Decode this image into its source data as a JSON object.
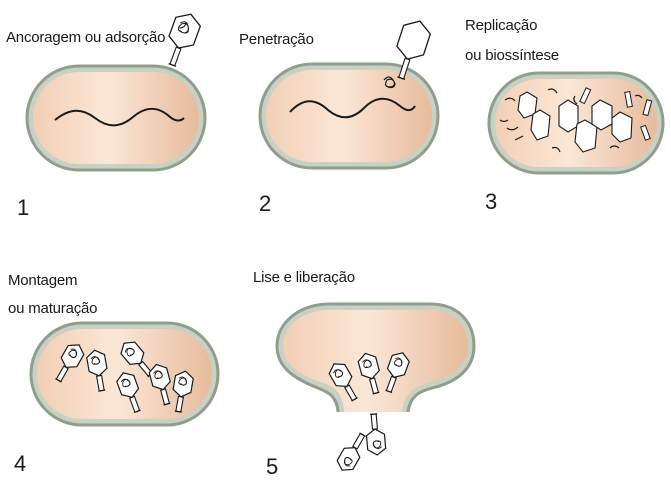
{
  "colors": {
    "cell_wall": "#8f9e8d",
    "cell_wall_inner": "#c9d0c4",
    "cell_fill_light": "#fbe6d6",
    "cell_fill_mid": "#edc5a9",
    "line": "#1a1a1a"
  },
  "stages": [
    {
      "number": "1",
      "label_lines": [
        "Ancoragem ou adsorção"
      ]
    },
    {
      "number": "2",
      "label_lines": [
        "Penetração"
      ]
    },
    {
      "number": "3",
      "label_lines": [
        "Replicação",
        "ou biossíntese"
      ]
    },
    {
      "number": "4",
      "label_lines": [
        "Montagem",
        "ou maturação"
      ]
    },
    {
      "number": "5",
      "label_lines": [
        "Lise e liberação"
      ]
    }
  ]
}
